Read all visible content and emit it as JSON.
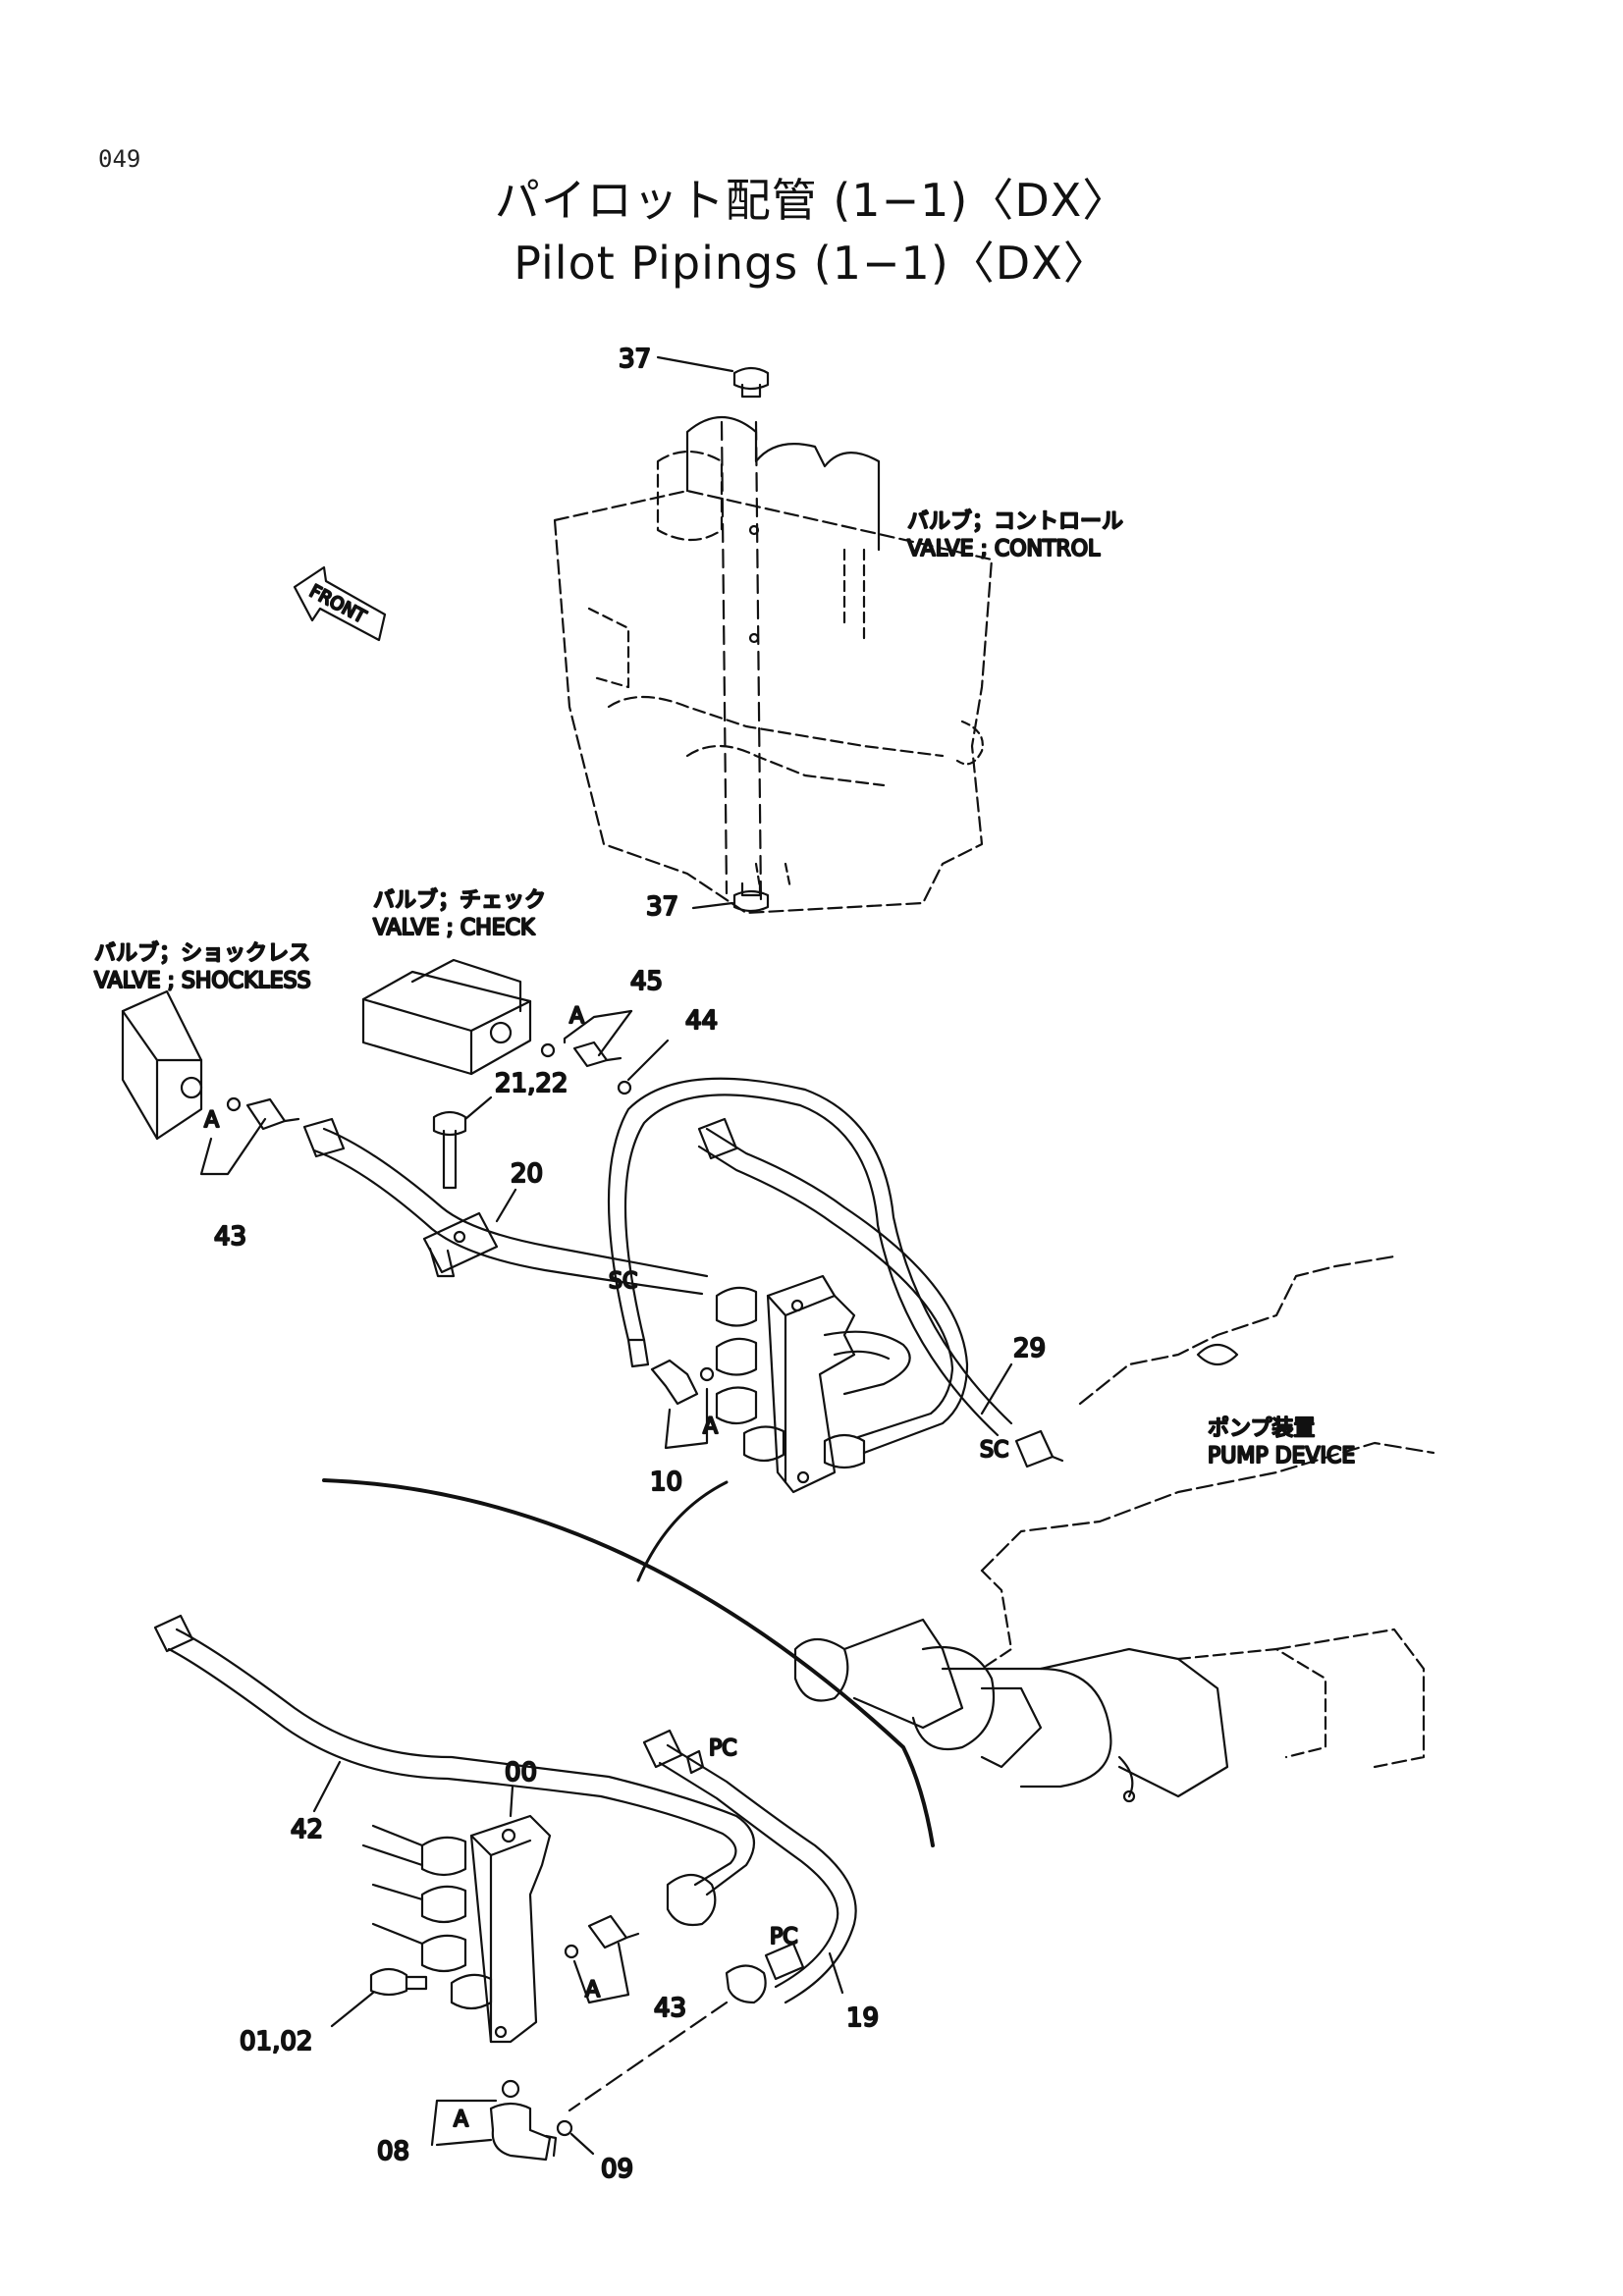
{
  "page_number": "049",
  "title_jp": "パイロット配管 (1−1)〈DX〉",
  "title_en": "Pilot Pipings (1−1)〈DX〉",
  "components": {
    "control_valve_jp": "バルブ；コントロール",
    "control_valve_en": "VALVE ; CONTROL",
    "check_valve_jp": "バルブ；チェック",
    "check_valve_en": "VALVE ; CHECK",
    "shockless_valve_jp": "バルブ；ショックレス",
    "shockless_valve_en": "VALVE ; SHOCKLESS",
    "pump_device_jp": "ポンプ装置",
    "pump_device_en": "PUMP DEVICE",
    "front_arrow": "FRONT"
  },
  "callouts": {
    "p37_top": "37",
    "p37_bottom": "37",
    "p45": "45",
    "p44": "44",
    "p21_22": "21,22",
    "p20": "20",
    "p43_top": "43",
    "p29": "29",
    "p10": "10",
    "p42": "42",
    "p00": "00",
    "p43_bottom": "43",
    "p19": "19",
    "p01_02": "01,02",
    "p08": "08",
    "p09": "09"
  },
  "markers": {
    "a1": "A",
    "a2": "A",
    "a3": "A",
    "a4": "A",
    "a5": "A",
    "sc1": "SC",
    "sc2": "SC",
    "pc1": "PC",
    "pc2": "PC"
  }
}
